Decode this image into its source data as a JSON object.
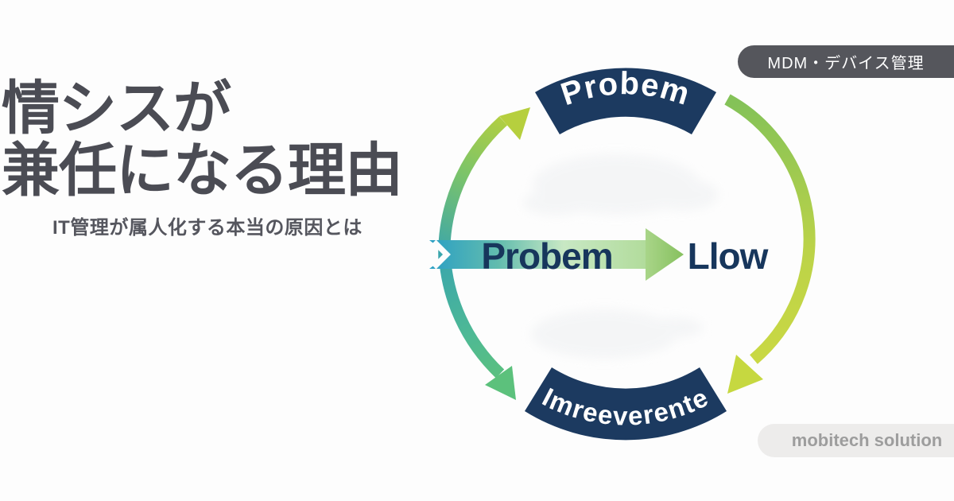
{
  "card": {
    "background": "#fdfdfd"
  },
  "title": {
    "line1": "情シスが",
    "line2": "兼任になる理由",
    "subtitle": "IT管理が属人化する本当の原因とは",
    "color": "#4b4c54"
  },
  "category_badge": {
    "label": "MDM・デバイス管理",
    "background": "#55565c",
    "text_color": "#ffffff"
  },
  "brand_pill": {
    "label": "mobitech solution",
    "background": "#edeceb",
    "text_color": "#9d9d9d"
  },
  "diagram": {
    "top_banner_label": "Probem",
    "center_arrow_label": "Probem",
    "flow_label": "Llow",
    "bottom_banner_label": "Imreeverente",
    "banner_color": "#1c3a60",
    "label_color": "#17365c",
    "arc_teal": "#35a3b2",
    "arc_green": "#5cc17c",
    "arc_yellow_green": "#b6cf3e",
    "arrow_tail_teal": "#2f9ec0",
    "arrow_head_green": "#8fc969"
  }
}
